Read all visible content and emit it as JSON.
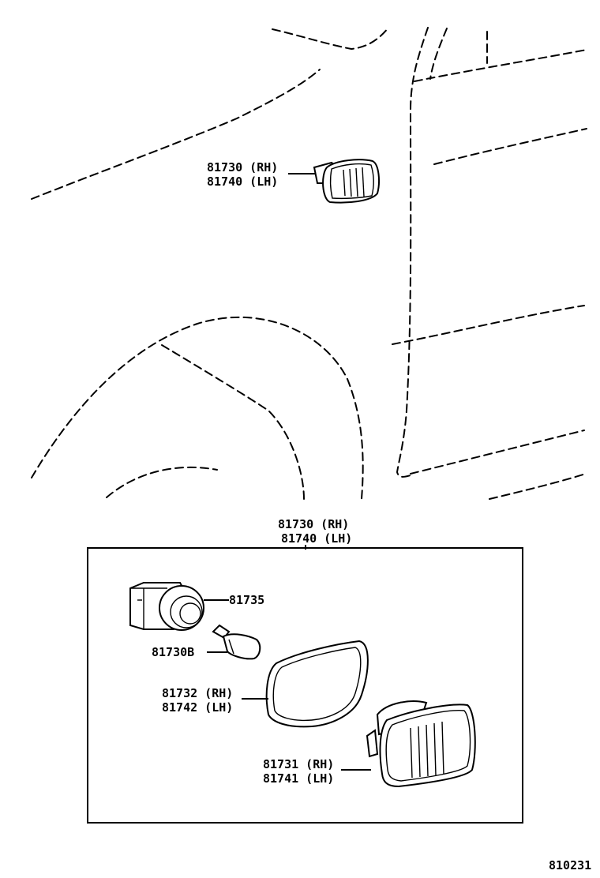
{
  "callouts": {
    "top_part": {
      "line1": "81730 (RH)",
      "line2": "81740 (LH)"
    },
    "assembly": {
      "line1": "81730 (RH)",
      "line2": "81740 (LH)"
    },
    "socket": "81735",
    "bulb": "81730B",
    "gasket": {
      "line1": "81732 (RH)",
      "line2": "81742 (LH)"
    },
    "lens": {
      "line1": "81731 (RH)",
      "line2": "81741 (LH)"
    }
  },
  "figure_code": "810231"
}
